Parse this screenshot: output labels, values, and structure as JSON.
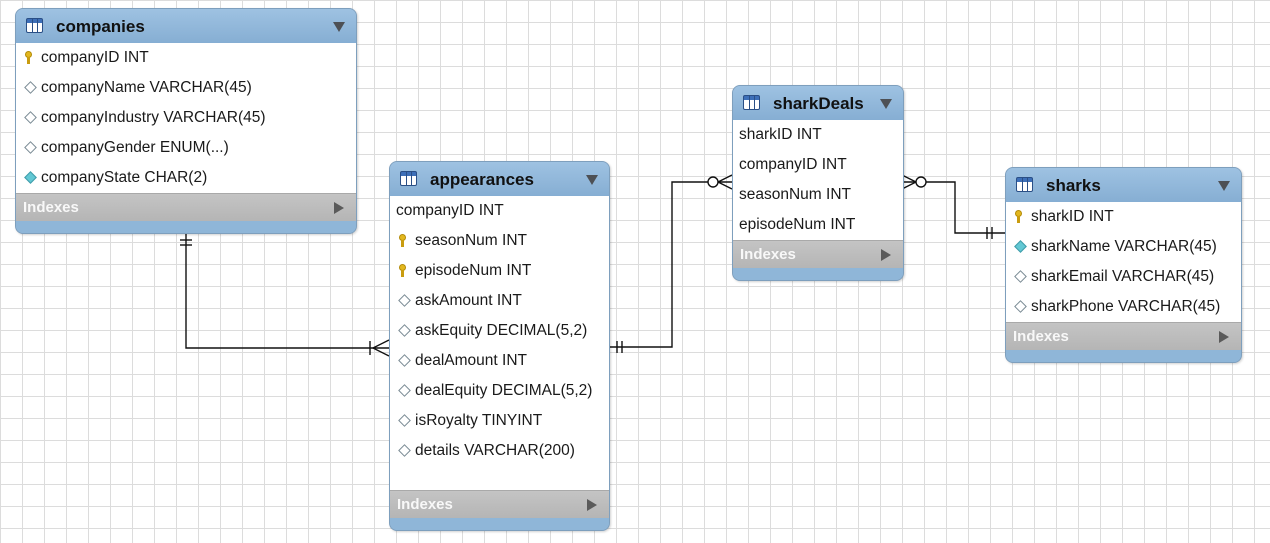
{
  "entities": {
    "companies": {
      "title": "companies",
      "indexes_label": "Indexes",
      "columns": [
        {
          "label": "companyID INT",
          "icon": "primary-key-icon"
        },
        {
          "label": "companyName VARCHAR(45)",
          "icon": "column-diamond-icon"
        },
        {
          "label": "companyIndustry VARCHAR(45)",
          "icon": "column-diamond-icon"
        },
        {
          "label": "companyGender ENUM(...)",
          "icon": "column-diamond-icon"
        },
        {
          "label": "companyState CHAR(2)",
          "icon": "column-filled-diamond-icon"
        }
      ]
    },
    "appearances": {
      "title": "appearances",
      "indexes_label": "Indexes",
      "columns": [
        {
          "label": "companyID INT",
          "icon": "none"
        },
        {
          "label": "seasonNum INT",
          "icon": "primary-key-icon"
        },
        {
          "label": "episodeNum INT",
          "icon": "primary-key-icon"
        },
        {
          "label": "askAmount INT",
          "icon": "column-diamond-icon"
        },
        {
          "label": "askEquity DECIMAL(5,2)",
          "icon": "column-diamond-icon"
        },
        {
          "label": "dealAmount INT",
          "icon": "column-diamond-icon"
        },
        {
          "label": "dealEquity DECIMAL(5,2)",
          "icon": "column-diamond-icon"
        },
        {
          "label": "isRoyalty TINYINT",
          "icon": "column-diamond-icon"
        },
        {
          "label": "details VARCHAR(200)",
          "icon": "column-diamond-icon"
        }
      ]
    },
    "sharkDeals": {
      "title": "sharkDeals",
      "indexes_label": "Indexes",
      "columns": [
        {
          "label": "sharkID INT",
          "icon": "none"
        },
        {
          "label": "companyID INT",
          "icon": "none"
        },
        {
          "label": "seasonNum INT",
          "icon": "none"
        },
        {
          "label": "episodeNum INT",
          "icon": "none"
        }
      ]
    },
    "sharks": {
      "title": "sharks",
      "indexes_label": "Indexes",
      "columns": [
        {
          "label": "sharkID INT",
          "icon": "primary-key-icon"
        },
        {
          "label": "sharkName VARCHAR(45)",
          "icon": "column-filled-diamond-icon"
        },
        {
          "label": "sharkEmail VARCHAR(45)",
          "icon": "column-diamond-icon"
        },
        {
          "label": "sharkPhone VARCHAR(45)",
          "icon": "column-diamond-icon"
        }
      ]
    }
  },
  "relationships": [
    {
      "from": "companies",
      "to": "appearances",
      "from_end": "one-and-only-one",
      "to_end": "one-or-many"
    },
    {
      "from": "appearances",
      "to": "sharkDeals",
      "from_end": "one-and-only-one",
      "to_end": "zero-or-many"
    },
    {
      "from": "sharkDeals",
      "to": "sharks",
      "from_end": "zero-or-many",
      "to_end": "one-and-only-one"
    }
  ],
  "colors": {
    "header": "#8fb6d8",
    "indexes_bar": "#b5b5b5",
    "grid": "#dcdcdc",
    "key": "#e3b71e",
    "filled_diamond": "#62c8d4"
  }
}
